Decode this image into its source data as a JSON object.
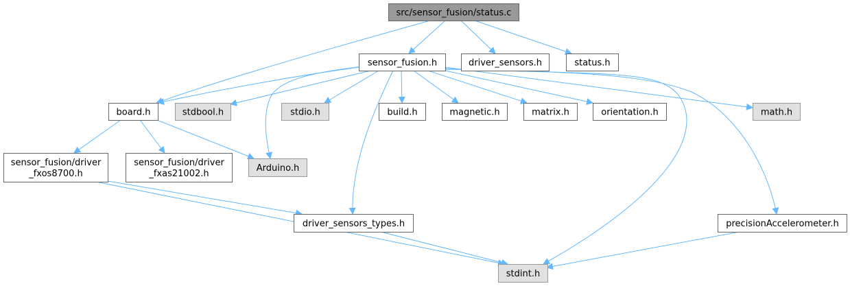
{
  "diagram": {
    "type": "include-dependency-graph",
    "colors": {
      "edge": "#63b8ff",
      "root_fill": "#999999",
      "root_border": "#666666",
      "local_fill": "#ffffff",
      "local_border": "#666666",
      "system_fill": "#e0e0e0",
      "system_border": "#999999"
    },
    "nodes": [
      {
        "id": "status_c",
        "lines": [
          "src/sensor_fusion/status.c"
        ],
        "kind": "root"
      },
      {
        "id": "sensor_fusion_h",
        "lines": [
          "sensor_fusion.h"
        ],
        "kind": "local"
      },
      {
        "id": "driver_sensors_h",
        "lines": [
          "driver_sensors.h"
        ],
        "kind": "local"
      },
      {
        "id": "status_h",
        "lines": [
          "status.h"
        ],
        "kind": "local"
      },
      {
        "id": "board_h",
        "lines": [
          "board.h"
        ],
        "kind": "local"
      },
      {
        "id": "stdbool_h",
        "lines": [
          "stdbool.h"
        ],
        "kind": "system"
      },
      {
        "id": "stdio_h",
        "lines": [
          "stdio.h"
        ],
        "kind": "system"
      },
      {
        "id": "build_h",
        "lines": [
          "build.h"
        ],
        "kind": "local"
      },
      {
        "id": "magnetic_h",
        "lines": [
          "magnetic.h"
        ],
        "kind": "local"
      },
      {
        "id": "matrix_h",
        "lines": [
          "matrix.h"
        ],
        "kind": "local"
      },
      {
        "id": "orientation_h",
        "lines": [
          "orientation.h"
        ],
        "kind": "local"
      },
      {
        "id": "math_h",
        "lines": [
          "math.h"
        ],
        "kind": "system"
      },
      {
        "id": "fxos8700_h",
        "lines": [
          "sensor_fusion/driver",
          "_fxos8700.h"
        ],
        "kind": "local"
      },
      {
        "id": "fxas21002_h",
        "lines": [
          "sensor_fusion/driver",
          "_fxas21002.h"
        ],
        "kind": "local"
      },
      {
        "id": "arduino_h",
        "lines": [
          "Arduino.h"
        ],
        "kind": "system"
      },
      {
        "id": "driver_sensors_types_h",
        "lines": [
          "driver_sensors_types.h"
        ],
        "kind": "local"
      },
      {
        "id": "precision_accel_h",
        "lines": [
          "precisionAccelerometer.h"
        ],
        "kind": "local"
      },
      {
        "id": "stdint_h",
        "lines": [
          "stdint.h"
        ],
        "kind": "system"
      }
    ],
    "edges": [
      {
        "from": "status_c",
        "to": "sensor_fusion_h"
      },
      {
        "from": "status_c",
        "to": "driver_sensors_h"
      },
      {
        "from": "status_c",
        "to": "status_h"
      },
      {
        "from": "status_c",
        "to": "board_h"
      },
      {
        "from": "sensor_fusion_h",
        "to": "board_h"
      },
      {
        "from": "sensor_fusion_h",
        "to": "stdbool_h"
      },
      {
        "from": "sensor_fusion_h",
        "to": "arduino_h"
      },
      {
        "from": "sensor_fusion_h",
        "to": "stdio_h"
      },
      {
        "from": "sensor_fusion_h",
        "to": "build_h"
      },
      {
        "from": "sensor_fusion_h",
        "to": "magnetic_h"
      },
      {
        "from": "sensor_fusion_h",
        "to": "matrix_h"
      },
      {
        "from": "sensor_fusion_h",
        "to": "orientation_h"
      },
      {
        "from": "sensor_fusion_h",
        "to": "math_h"
      },
      {
        "from": "sensor_fusion_h",
        "to": "driver_sensors_types_h"
      },
      {
        "from": "sensor_fusion_h",
        "to": "stdint_h"
      },
      {
        "from": "sensor_fusion_h",
        "to": "precision_accel_h"
      },
      {
        "from": "board_h",
        "to": "fxos8700_h"
      },
      {
        "from": "board_h",
        "to": "fxas21002_h"
      },
      {
        "from": "board_h",
        "to": "arduino_h"
      },
      {
        "from": "fxos8700_h",
        "to": "driver_sensors_types_h"
      },
      {
        "from": "fxos8700_h",
        "to": "stdint_h"
      },
      {
        "from": "driver_sensors_types_h",
        "to": "stdint_h"
      },
      {
        "from": "precision_accel_h",
        "to": "stdint_h"
      }
    ]
  }
}
